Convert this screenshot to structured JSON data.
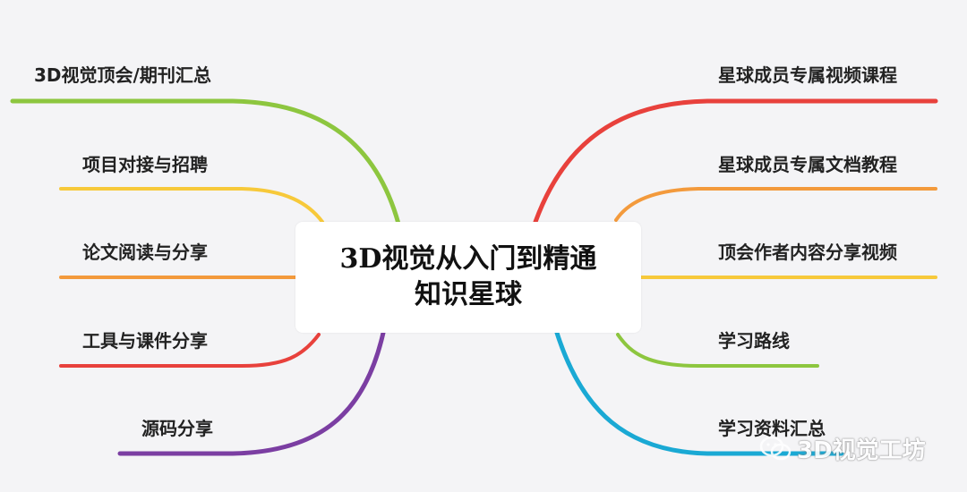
{
  "mindmap": {
    "center": {
      "line1": "3D视觉从入门到精通",
      "line2": "知识星球"
    },
    "left_branches": [
      {
        "label": "3D视觉顶会/期刊汇总",
        "color": "#8dc63f"
      },
      {
        "label": "项目对接与招聘",
        "color": "#f7c93a"
      },
      {
        "label": "论文阅读与分享",
        "color": "#f39a3c"
      },
      {
        "label": "工具与课件分享",
        "color": "#e8413c"
      },
      {
        "label": "源码分享",
        "color": "#7b3ea2"
      }
    ],
    "right_branches": [
      {
        "label": "星球成员专属视频课程",
        "color": "#e8413c"
      },
      {
        "label": "星球成员专属文档教程",
        "color": "#f39a3c"
      },
      {
        "label": "顶会作者内容分享视频",
        "color": "#f7c93a"
      },
      {
        "label": "学习路线",
        "color": "#8dc63f"
      },
      {
        "label": "学习资料汇总",
        "color": "#1aa9d4"
      }
    ]
  },
  "watermark": {
    "text": "3D视觉工坊",
    "icon": "wechat-icon"
  }
}
